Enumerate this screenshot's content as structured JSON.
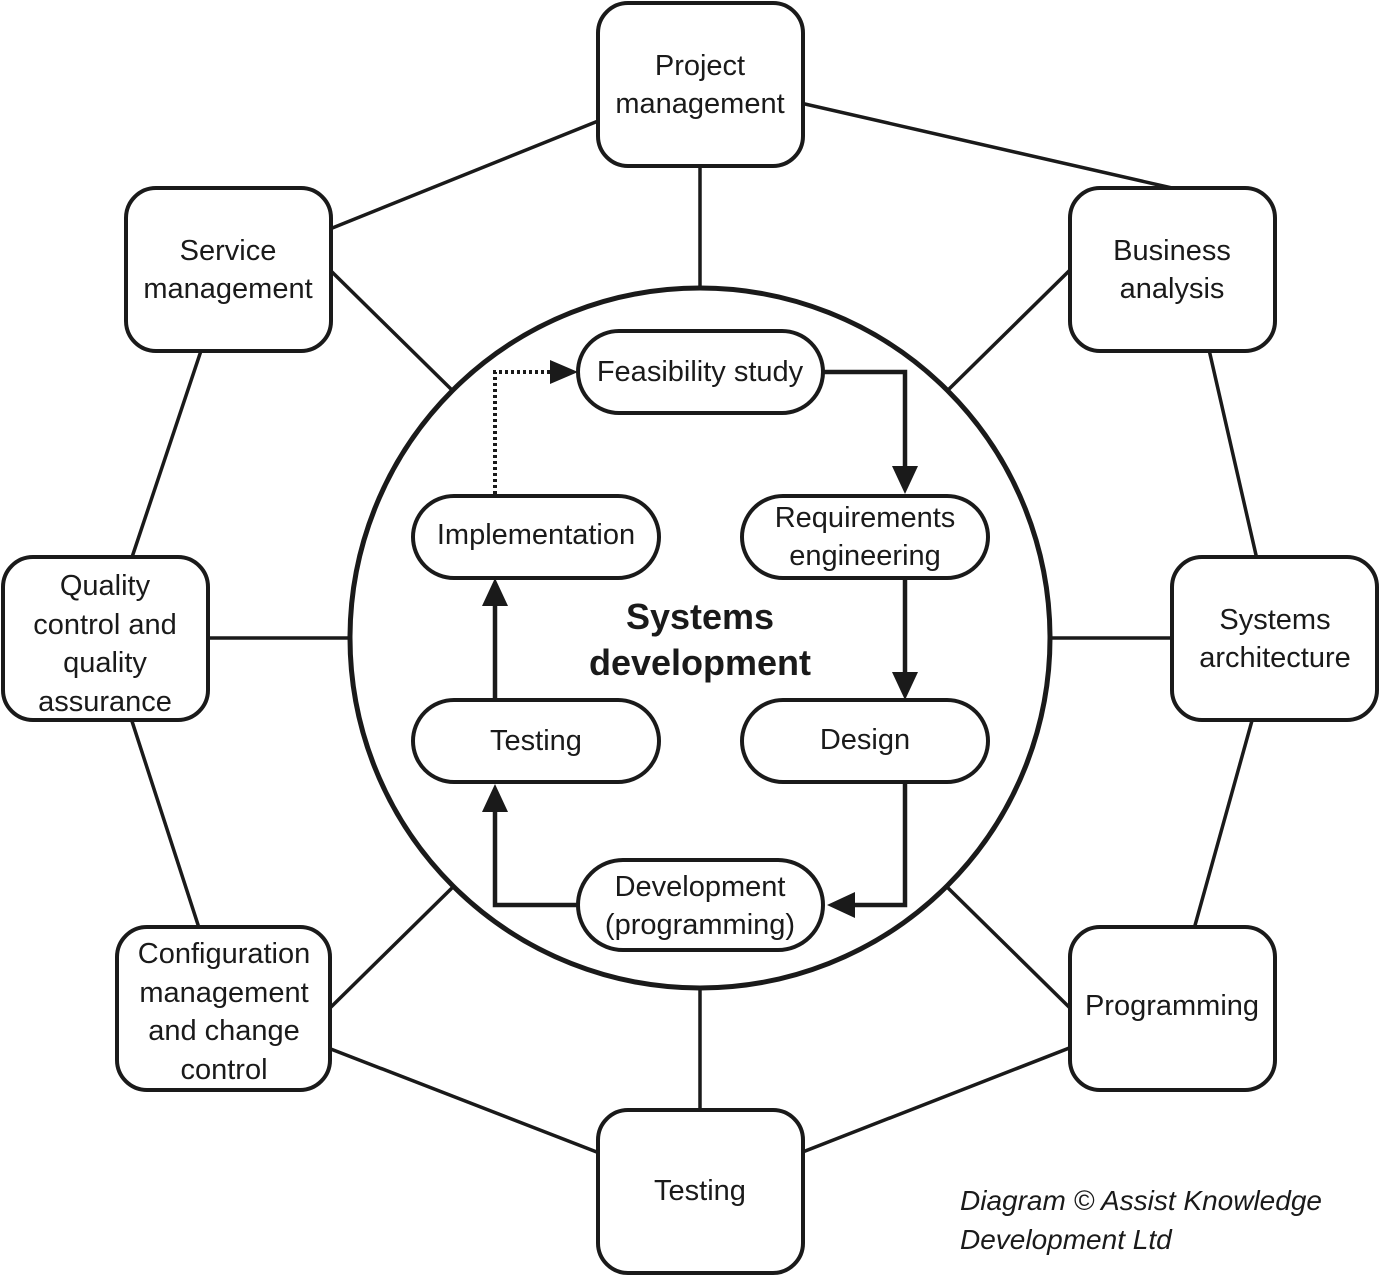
{
  "center": {
    "line1": "Systems",
    "line2": "development"
  },
  "outer_nodes": {
    "project_management": [
      "Project",
      "management"
    ],
    "business_analysis": [
      "Business",
      "analysis"
    ],
    "systems_architecture": [
      "Systems",
      "architecture"
    ],
    "programming": [
      "Programming"
    ],
    "testing": [
      "Testing"
    ],
    "configuration_management": [
      "Configuration",
      "management",
      "and change",
      "control"
    ],
    "quality_control": [
      "Quality",
      "control and",
      "quality",
      "assurance"
    ],
    "service_management": [
      "Service",
      "management"
    ]
  },
  "cycle_steps": {
    "feasibility_study": [
      "Feasibility study"
    ],
    "requirements_engineering": [
      "Requirements",
      "engineering"
    ],
    "design": [
      "Design"
    ],
    "development": [
      "Development",
      "(programming)"
    ],
    "testing": [
      "Testing"
    ],
    "implementation": [
      "Implementation"
    ]
  },
  "credit": {
    "line1": "Diagram © Assist Knowledge",
    "line2": "Development Ltd"
  },
  "colors": {
    "stroke": "#1a1a1a",
    "background": "#ffffff"
  }
}
